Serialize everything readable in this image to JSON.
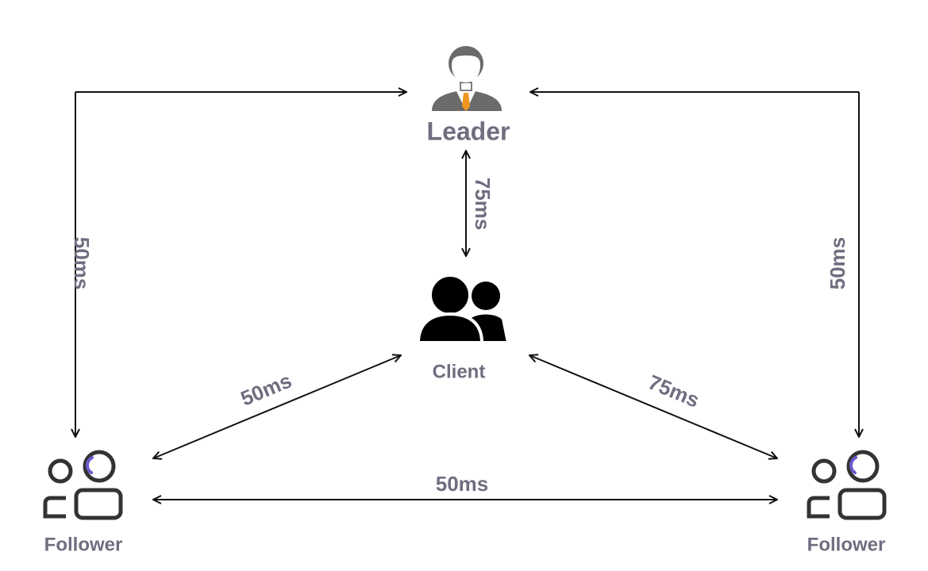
{
  "nodes": {
    "leader": {
      "label": "Leader"
    },
    "client": {
      "label": "Client"
    },
    "follower_left": {
      "label": "Follower"
    },
    "follower_right": {
      "label": "Follower"
    }
  },
  "edges": [
    {
      "id": "leader-client",
      "latency": "75ms"
    },
    {
      "id": "leader-follower-left",
      "latency": "50ms"
    },
    {
      "id": "leader-follower-right",
      "latency": "50ms"
    },
    {
      "id": "client-follower-left",
      "latency": "50ms"
    },
    {
      "id": "client-follower-right",
      "latency": "75ms"
    },
    {
      "id": "follower-follower",
      "latency": "50ms"
    }
  ],
  "colors": {
    "label": "#6e6e80",
    "leader_body": "#6b6b6b",
    "leader_tie": "#f0961e",
    "client_icon": "#000000",
    "follower_outline": "#333333",
    "follower_accent": "#6a5acd",
    "arrow": "#111111"
  },
  "icons": {
    "leader": "businessman-icon",
    "client": "users-icon",
    "follower": "users-outline-icon"
  }
}
